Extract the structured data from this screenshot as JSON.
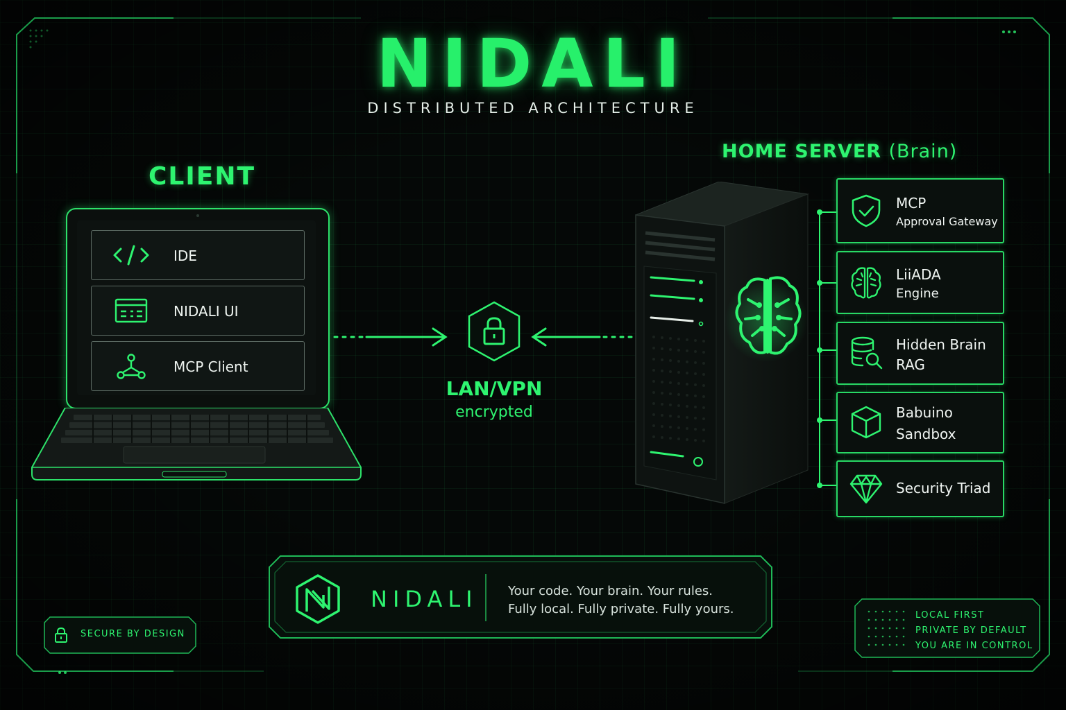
{
  "header": {
    "title": "NIDALI",
    "subtitle": "DISTRIBUTED ARCHITECTURE"
  },
  "client": {
    "title": "CLIENT",
    "items": [
      {
        "label": "IDE",
        "icon": "code-icon"
      },
      {
        "label": "NIDALI UI",
        "icon": "window-icon"
      },
      {
        "label": "MCP Client",
        "icon": "nodes-icon"
      }
    ]
  },
  "connection": {
    "label": "LAN/VPN",
    "sublabel": "encrypted",
    "icon": "lock-icon"
  },
  "server": {
    "title": "HOME SERVER",
    "title_paren": "(Brain)",
    "items": [
      {
        "line1": "MCP",
        "line2": "Approval Gateway",
        "icon": "shield-check-icon"
      },
      {
        "line1": "LiiADA",
        "line2": "Engine",
        "icon": "brain-icon"
      },
      {
        "line1": "Hidden Brain",
        "line2": "RAG",
        "icon": "database-search-icon"
      },
      {
        "line1": "Babuino",
        "line2": "Sandbox",
        "icon": "cube-icon"
      },
      {
        "line1": "Security Triad",
        "line2": "",
        "icon": "gem-icon"
      }
    ]
  },
  "banner": {
    "name": "NIDALI",
    "line1": "Your code.  Your brain.  Your rules.",
    "line2": "Fully local.  Fully private.  Fully yours."
  },
  "badge_left": {
    "label": "SECURE BY DESIGN"
  },
  "badge_right": {
    "lines": [
      "LOCAL FIRST",
      "PRIVATE BY DEFAULT",
      "YOU ARE IN CONTROL"
    ]
  },
  "colors": {
    "accent": "#2ef470",
    "background": "#050807",
    "panel": "#0a100d"
  }
}
